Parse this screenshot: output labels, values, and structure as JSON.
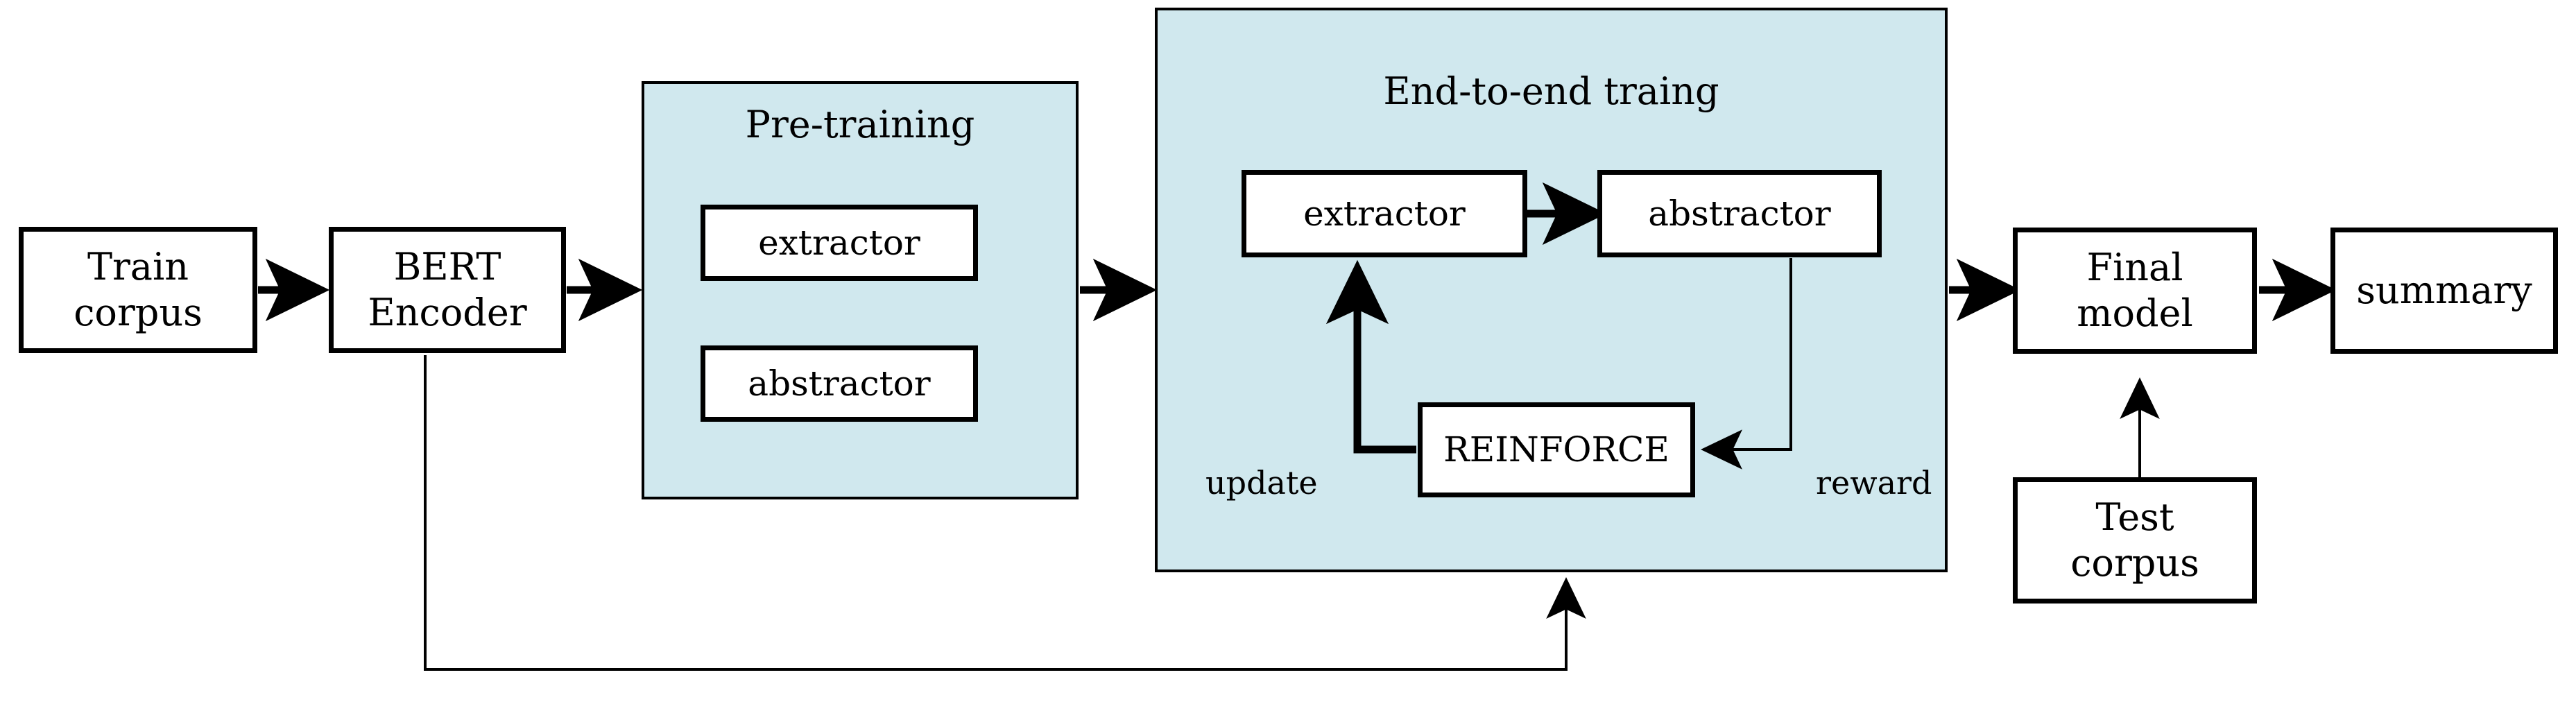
{
  "diagram": {
    "title": "BERT-based extractive-abstractive summarization pipeline",
    "background_color": "#ffffff",
    "panel_fill_color": "#d0e8ee",
    "stroke_color": "#000000"
  },
  "nodes": {
    "train_corpus": {
      "label": "Train\ncorpus"
    },
    "bert_encoder": {
      "label": "BERT\nEncoder"
    },
    "pre_extractor": {
      "label": "extractor"
    },
    "pre_abstractor": {
      "label": "abstractor"
    },
    "e2e_extractor": {
      "label": "extractor"
    },
    "e2e_abstractor": {
      "label": "abstractor"
    },
    "reinforce": {
      "label": "REINFORCE"
    },
    "final_model": {
      "label": "Final\nmodel"
    },
    "summary": {
      "label": "summary"
    },
    "test_corpus": {
      "label": "Test\ncorpus"
    }
  },
  "panels": {
    "pretraining": {
      "title": "Pre-training"
    },
    "end_to_end": {
      "title": "End-to-end traing"
    }
  },
  "edge_labels": {
    "update": "update",
    "reward": "reward"
  }
}
